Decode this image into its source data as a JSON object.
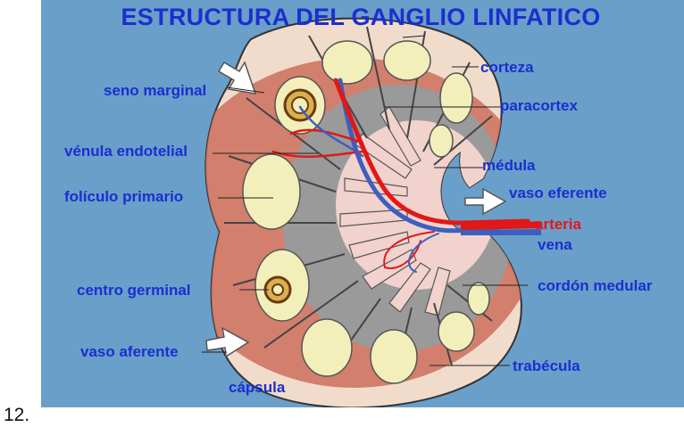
{
  "title": "ESTRUCTURA DEL GANGLIO LINFATICO",
  "prefix": "12.",
  "colors": {
    "background": "#6a9fc9",
    "label": "#1a2fd0",
    "artery": "#e01818",
    "vein": "#3d5fc0",
    "capsule": "#f1dccc",
    "cortex_ring": "#cc6e5c",
    "medulla_gray": "#9a9a9a",
    "follicle": "#f3efbb"
  },
  "labels": {
    "seno_marginal": "seno marginal",
    "venula_endotelial": "vénula endotelial",
    "foliculo_primario": "folículo primario",
    "centro_germinal": "centro germinal",
    "vaso_aferente": "vaso aferente",
    "capsula": "cápsula",
    "corteza": "corteza",
    "paracortex": "paracortex",
    "medula": "médula",
    "vaso_eferente": "vaso eferente",
    "arteria": "arteria",
    "vena": "vena",
    "cordon_medular": "cordón medular",
    "trabecula": "trabécula"
  }
}
